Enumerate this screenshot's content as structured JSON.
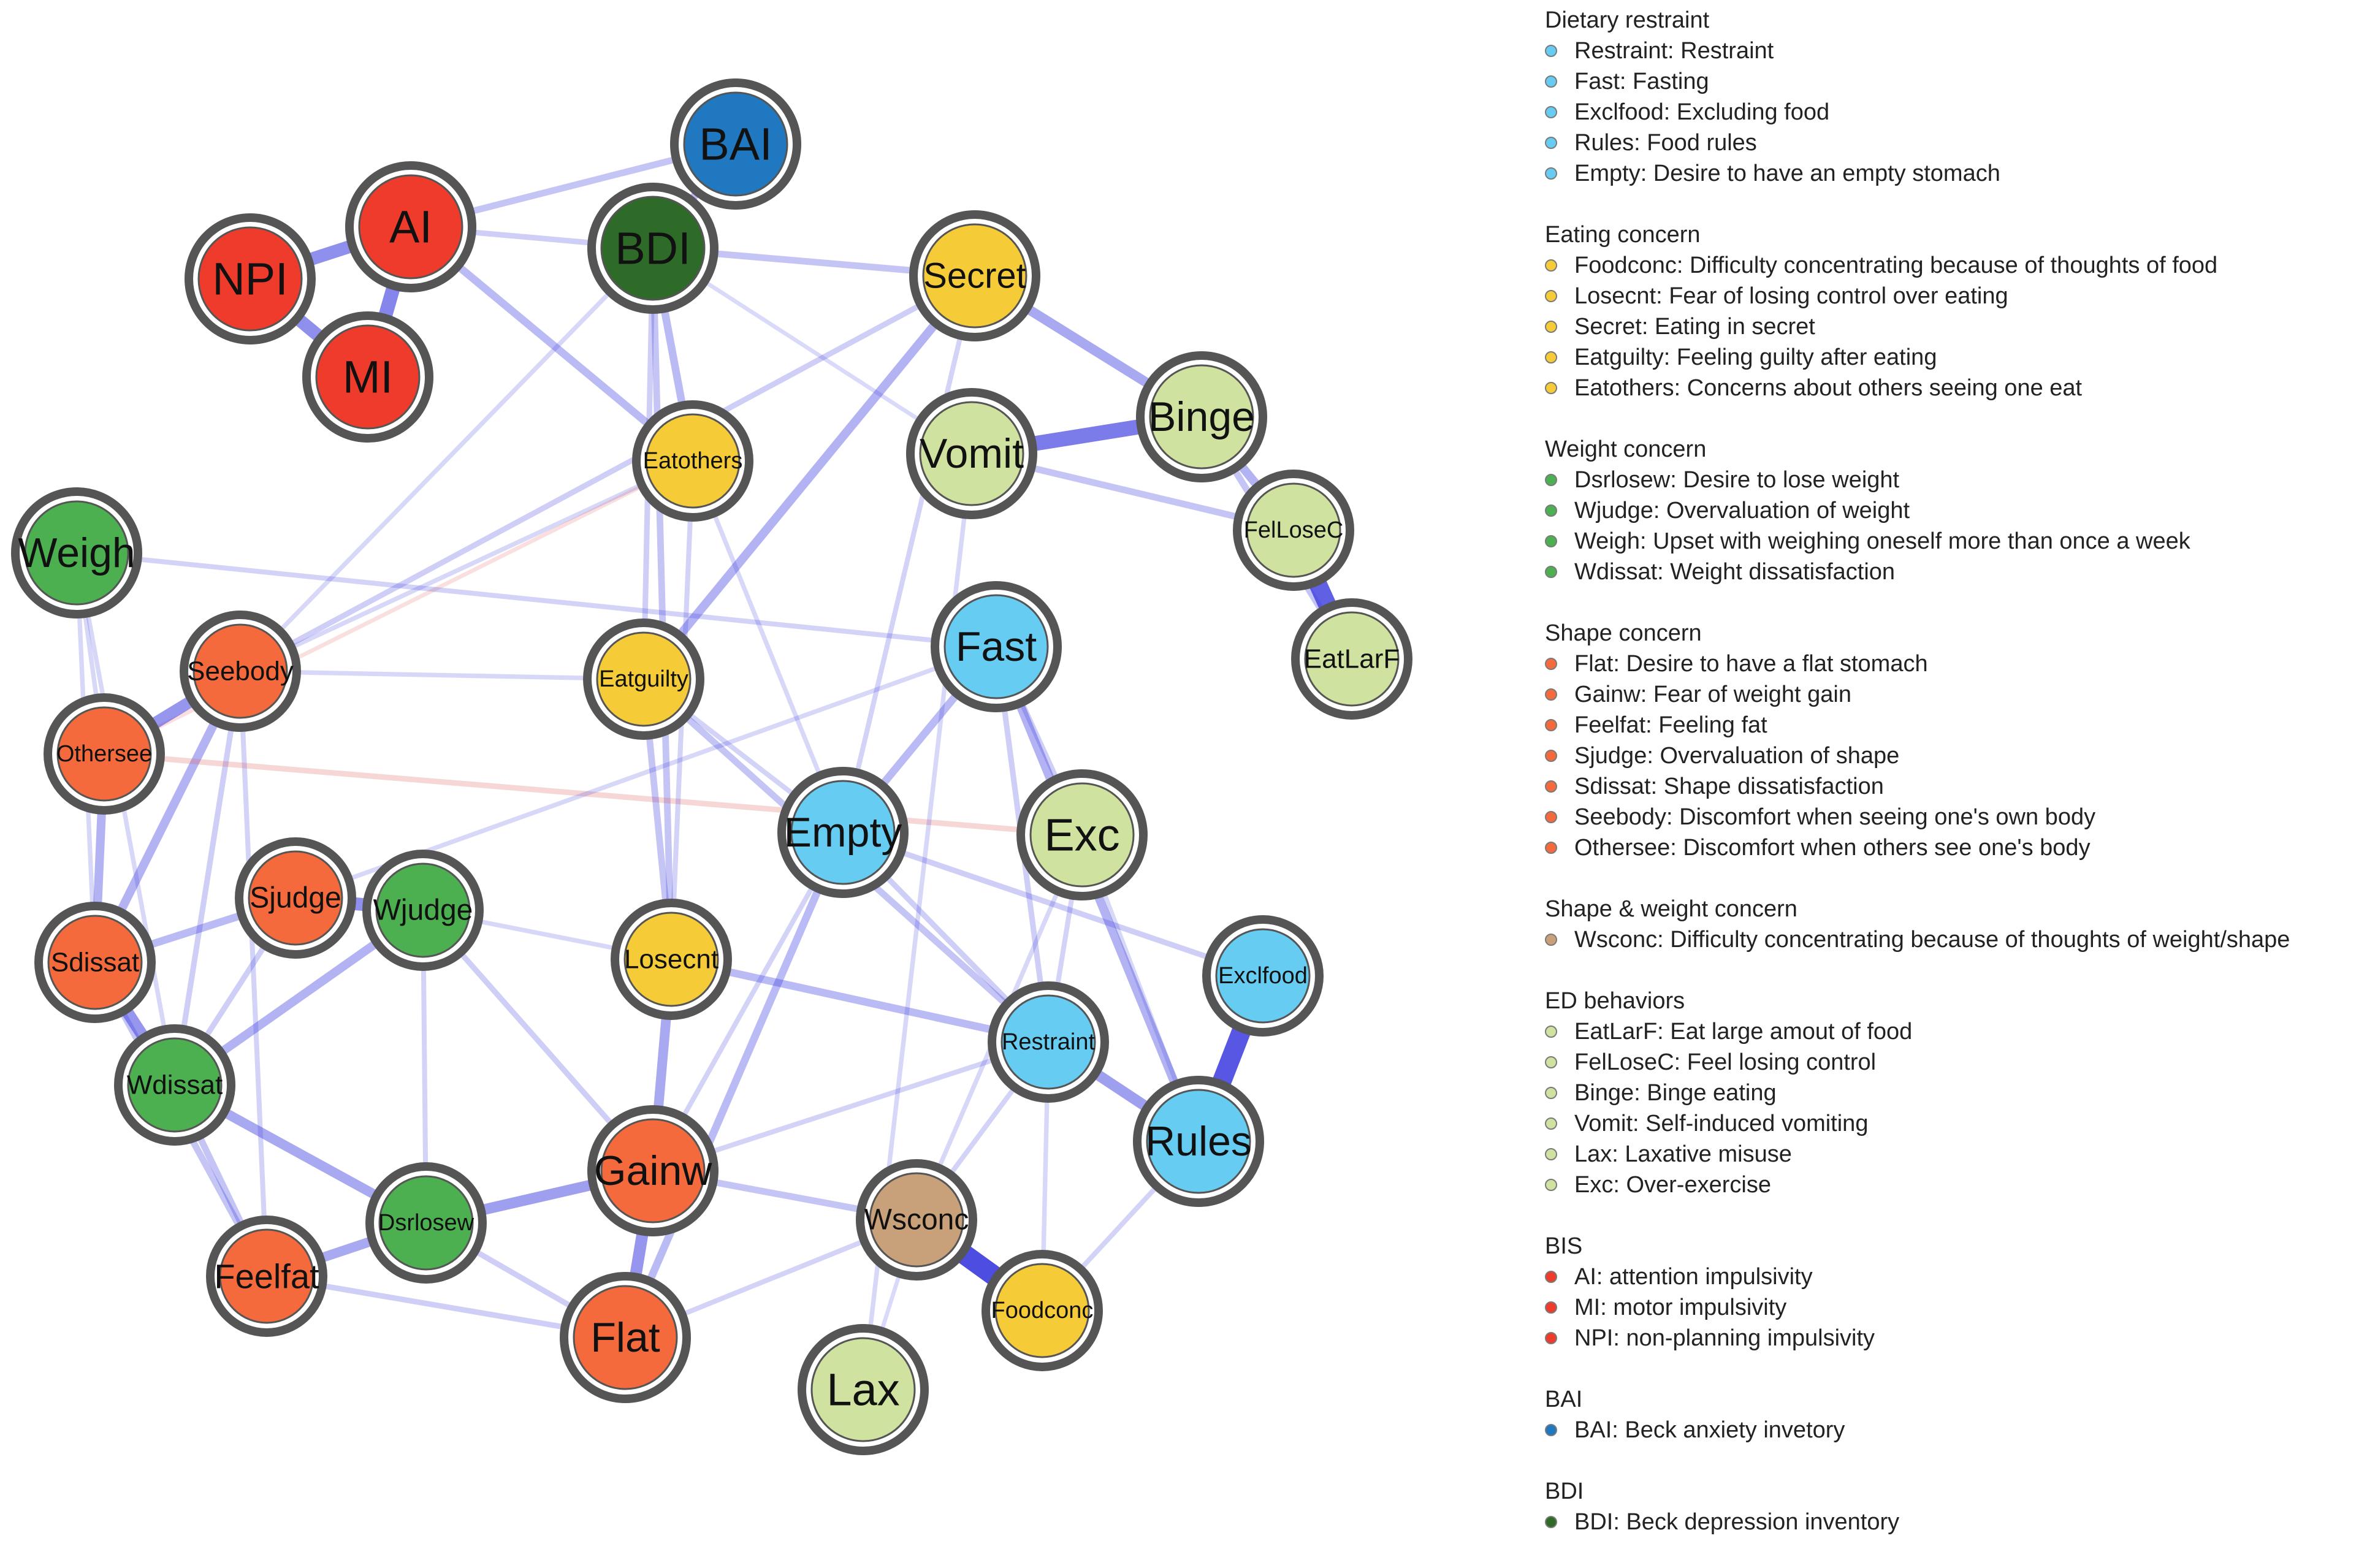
{
  "colors": {
    "dietary_restraint": "#66ccf2",
    "eating_concern": "#f5cc38",
    "weight_concern": "#4caf50",
    "shape_concern": "#f46a3c",
    "shape_weight_concern": "#c8a07a",
    "ed_behaviors": "#cfe2a0",
    "bis": "#ef3b2c",
    "bai": "#1f78c0",
    "bdi": "#2e6b28",
    "node_border": "#555555",
    "positive_edge": "#4040e0",
    "negative_edge": "#e06060"
  },
  "nodes": [
    {
      "id": "BAI",
      "label": "BAI",
      "group": "bai"
    },
    {
      "id": "AI",
      "label": "AI",
      "group": "bis"
    },
    {
      "id": "NPI",
      "label": "NPI",
      "group": "bis"
    },
    {
      "id": "MI",
      "label": "MI",
      "group": "bis"
    },
    {
      "id": "BDI",
      "label": "BDI",
      "group": "bdi"
    },
    {
      "id": "Secret",
      "label": "Secret",
      "group": "eating_concern"
    },
    {
      "id": "Binge",
      "label": "Binge",
      "group": "ed_behaviors"
    },
    {
      "id": "Vomit",
      "label": "Vomit",
      "group": "ed_behaviors"
    },
    {
      "id": "Eatothers",
      "label": "Eatothers",
      "group": "eating_concern"
    },
    {
      "id": "FelLoseC",
      "label": "FelLoseC",
      "group": "ed_behaviors"
    },
    {
      "id": "Weigh",
      "label": "Weigh",
      "group": "weight_concern"
    },
    {
      "id": "EatLarF",
      "label": "EatLarF",
      "group": "ed_behaviors"
    },
    {
      "id": "Fast",
      "label": "Fast",
      "group": "dietary_restraint"
    },
    {
      "id": "Seebody",
      "label": "Seebody",
      "group": "shape_concern"
    },
    {
      "id": "Eatguilty",
      "label": "Eatguilty",
      "group": "eating_concern"
    },
    {
      "id": "Othersee",
      "label": "Othersee",
      "group": "shape_concern"
    },
    {
      "id": "Empty",
      "label": "Empty",
      "group": "dietary_restraint"
    },
    {
      "id": "Exc",
      "label": "Exc",
      "group": "ed_behaviors"
    },
    {
      "id": "Sjudge",
      "label": "Sjudge",
      "group": "shape_concern"
    },
    {
      "id": "Wjudge",
      "label": "Wjudge",
      "group": "weight_concern"
    },
    {
      "id": "Sdissat",
      "label": "Sdissat",
      "group": "shape_concern"
    },
    {
      "id": "Losecnt",
      "label": "Losecnt",
      "group": "eating_concern"
    },
    {
      "id": "Exclfood",
      "label": "Exclfood",
      "group": "dietary_restraint"
    },
    {
      "id": "Restraint",
      "label": "Restraint",
      "group": "dietary_restraint"
    },
    {
      "id": "Wdissat",
      "label": "Wdissat",
      "group": "weight_concern"
    },
    {
      "id": "Rules",
      "label": "Rules",
      "group": "dietary_restraint"
    },
    {
      "id": "Gainw",
      "label": "Gainw",
      "group": "shape_concern"
    },
    {
      "id": "Dsrlosew",
      "label": "Dsrlosew",
      "group": "weight_concern"
    },
    {
      "id": "Wsconc",
      "label": "Wsconc",
      "group": "shape_weight_concern"
    },
    {
      "id": "Feelfat",
      "label": "Feelfat",
      "group": "shape_concern"
    },
    {
      "id": "Foodconc",
      "label": "Foodconc",
      "group": "eating_concern"
    },
    {
      "id": "Flat",
      "label": "Flat",
      "group": "shape_concern"
    },
    {
      "id": "Lax",
      "label": "Lax",
      "group": "ed_behaviors"
    }
  ],
  "edges": [
    {
      "source": "NPI",
      "target": "AI",
      "weight": 0.5,
      "sign": "positive"
    },
    {
      "source": "NPI",
      "target": "MI",
      "weight": 0.5,
      "sign": "positive"
    },
    {
      "source": "AI",
      "target": "MI",
      "weight": 0.55,
      "sign": "positive"
    },
    {
      "source": "AI",
      "target": "BAI",
      "weight": 0.2,
      "sign": "positive"
    },
    {
      "source": "AI",
      "target": "BDI",
      "weight": 0.15,
      "sign": "positive"
    },
    {
      "source": "AI",
      "target": "Eatothers",
      "weight": 0.25,
      "sign": "positive"
    },
    {
      "source": "BAI",
      "target": "BDI",
      "weight": 0.25,
      "sign": "positive"
    },
    {
      "source": "BDI",
      "target": "Secret",
      "weight": 0.2,
      "sign": "positive"
    },
    {
      "source": "BDI",
      "target": "Eatothers",
      "weight": 0.25,
      "sign": "positive"
    },
    {
      "source": "BDI",
      "target": "Eatguilty",
      "weight": 0.15,
      "sign": "positive"
    },
    {
      "source": "BDI",
      "target": "Losecnt",
      "weight": 0.2,
      "sign": "positive"
    },
    {
      "source": "BDI",
      "target": "Seebody",
      "weight": 0.1,
      "sign": "positive"
    },
    {
      "source": "BDI",
      "target": "Vomit",
      "weight": 0.08,
      "sign": "positive"
    },
    {
      "source": "Secret",
      "target": "Binge",
      "weight": 0.35,
      "sign": "positive"
    },
    {
      "source": "Secret",
      "target": "Eatguilty",
      "weight": 0.3,
      "sign": "positive"
    },
    {
      "source": "Secret",
      "target": "Seebody",
      "weight": 0.15,
      "sign": "positive"
    },
    {
      "source": "Secret",
      "target": "Empty",
      "weight": 0.12,
      "sign": "positive"
    },
    {
      "source": "Vomit",
      "target": "Binge",
      "weight": 0.6,
      "sign": "positive"
    },
    {
      "source": "Vomit",
      "target": "FelLoseC",
      "weight": 0.2,
      "sign": "positive"
    },
    {
      "source": "Binge",
      "target": "FelLoseC",
      "weight": 0.3,
      "sign": "positive"
    },
    {
      "source": "FelLoseC",
      "target": "EatLarF",
      "weight": 0.75,
      "sign": "positive"
    },
    {
      "source": "Binge",
      "target": "EatLarF",
      "weight": 0.2,
      "sign": "positive"
    },
    {
      "source": "Eatothers",
      "target": "Seebody",
      "weight": 0.1,
      "sign": "positive"
    },
    {
      "source": "Eatothers",
      "target": "Othersee",
      "weight": 0.08,
      "sign": "negative"
    },
    {
      "source": "Weigh",
      "target": "Fast",
      "weight": 0.12,
      "sign": "positive"
    },
    {
      "source": "Weigh",
      "target": "Othersee",
      "weight": 0.1,
      "sign": "positive"
    },
    {
      "source": "Weigh",
      "target": "Sdissat",
      "weight": 0.1,
      "sign": "positive"
    },
    {
      "source": "Seebody",
      "target": "Othersee",
      "weight": 0.45,
      "sign": "positive"
    },
    {
      "source": "Seebody",
      "target": "Sdissat",
      "weight": 0.3,
      "sign": "positive"
    },
    {
      "source": "Seebody",
      "target": "Wdissat",
      "weight": 0.15,
      "sign": "positive"
    },
    {
      "source": "Seebody",
      "target": "Feelfat",
      "weight": 0.12,
      "sign": "positive"
    },
    {
      "source": "Seebody",
      "target": "Eatguilty",
      "weight": 0.1,
      "sign": "positive"
    },
    {
      "source": "Othersee",
      "target": "Sdissat",
      "weight": 0.3,
      "sign": "positive"
    },
    {
      "source": "Othersee",
      "target": "Exc",
      "weight": 0.15,
      "sign": "negative"
    },
    {
      "source": "Eatguilty",
      "target": "Losecnt",
      "weight": 0.2,
      "sign": "positive"
    },
    {
      "source": "Eatguilty",
      "target": "Restraint",
      "weight": 0.2,
      "sign": "positive"
    },
    {
      "source": "Eatguilty",
      "target": "Empty",
      "weight": 0.12,
      "sign": "positive"
    },
    {
      "source": "Fast",
      "target": "Empty",
      "weight": 0.25,
      "sign": "positive"
    },
    {
      "source": "Fast",
      "target": "Rules",
      "weight": 0.3,
      "sign": "positive"
    },
    {
      "source": "Fast",
      "target": "Exc",
      "weight": 0.15,
      "sign": "positive"
    },
    {
      "source": "Fast",
      "target": "Restraint",
      "weight": 0.15,
      "sign": "positive"
    },
    {
      "source": "Fast",
      "target": "Sjudge",
      "weight": 0.1,
      "sign": "positive"
    },
    {
      "source": "Empty",
      "target": "Flat",
      "weight": 0.25,
      "sign": "positive"
    },
    {
      "source": "Empty",
      "target": "Exclfood",
      "weight": 0.15,
      "sign": "positive"
    },
    {
      "source": "Empty",
      "target": "Restraint",
      "weight": 0.15,
      "sign": "positive"
    },
    {
      "source": "Empty",
      "target": "Gainw",
      "weight": 0.12,
      "sign": "positive"
    },
    {
      "source": "Exc",
      "target": "Rules",
      "weight": 0.1,
      "sign": "positive"
    },
    {
      "source": "Exc",
      "target": "Restraint",
      "weight": 0.12,
      "sign": "positive"
    },
    {
      "source": "Sjudge",
      "target": "Wjudge",
      "weight": 0.5,
      "sign": "positive"
    },
    {
      "source": "Sjudge",
      "target": "Sdissat",
      "weight": 0.25,
      "sign": "positive"
    },
    {
      "source": "Sjudge",
      "target": "Wdissat",
      "weight": 0.15,
      "sign": "positive"
    },
    {
      "source": "Wjudge",
      "target": "Gainw",
      "weight": 0.15,
      "sign": "positive"
    },
    {
      "source": "Wjudge",
      "target": "Losecnt",
      "weight": 0.1,
      "sign": "positive"
    },
    {
      "source": "Wjudge",
      "target": "Dsrlosew",
      "weight": 0.12,
      "sign": "positive"
    },
    {
      "source": "Sdissat",
      "target": "Wdissat",
      "weight": 0.45,
      "sign": "positive"
    },
    {
      "source": "Sdissat",
      "target": "Feelfat",
      "weight": 0.2,
      "sign": "positive"
    },
    {
      "source": "Wdissat",
      "target": "Dsrlosew",
      "weight": 0.35,
      "sign": "positive"
    },
    {
      "source": "Wdissat",
      "target": "Wjudge",
      "weight": 0.3,
      "sign": "positive"
    },
    {
      "source": "Wdissat",
      "target": "Feelfat",
      "weight": 0.2,
      "sign": "positive"
    },
    {
      "source": "Dsrlosew",
      "target": "Feelfat",
      "weight": 0.35,
      "sign": "positive"
    },
    {
      "source": "Dsrlosew",
      "target": "Gainw",
      "weight": 0.4,
      "sign": "positive"
    },
    {
      "source": "Dsrlosew",
      "target": "Flat",
      "weight": 0.15,
      "sign": "positive"
    },
    {
      "source": "Gainw",
      "target": "Losecnt",
      "weight": 0.35,
      "sign": "positive"
    },
    {
      "source": "Gainw",
      "target": "Flat",
      "weight": 0.45,
      "sign": "positive"
    },
    {
      "source": "Gainw",
      "target": "Wsconc",
      "weight": 0.2,
      "sign": "positive"
    },
    {
      "source": "Gainw",
      "target": "Restraint",
      "weight": 0.12,
      "sign": "positive"
    },
    {
      "source": "Losecnt",
      "target": "Restraint",
      "weight": 0.25,
      "sign": "positive"
    },
    {
      "source": "Restraint",
      "target": "Rules",
      "weight": 0.4,
      "sign": "positive"
    },
    {
      "source": "Restraint",
      "target": "Wsconc",
      "weight": 0.12,
      "sign": "positive"
    },
    {
      "source": "Restraint",
      "target": "Foodconc",
      "weight": 0.1,
      "sign": "positive"
    },
    {
      "source": "Exclfood",
      "target": "Rules",
      "weight": 0.8,
      "sign": "positive"
    },
    {
      "source": "Rules",
      "target": "Foodconc",
      "weight": 0.12,
      "sign": "positive"
    },
    {
      "source": "Wsconc",
      "target": "Foodconc",
      "weight": 0.85,
      "sign": "positive"
    },
    {
      "source": "Wsconc",
      "target": "Flat",
      "weight": 0.12,
      "sign": "positive"
    },
    {
      "source": "Wsconc",
      "target": "Exc",
      "weight": 0.1,
      "sign": "positive"
    },
    {
      "source": "Flat",
      "target": "Feelfat",
      "weight": 0.15,
      "sign": "positive"
    },
    {
      "source": "Lax",
      "target": "Vomit",
      "weight": 0.1,
      "sign": "positive"
    },
    {
      "source": "Lax",
      "target": "Wsconc",
      "weight": 0.08,
      "sign": "positive"
    },
    {
      "source": "Weigh",
      "target": "Wdissat",
      "weight": 0.1,
      "sign": "positive"
    },
    {
      "source": "Eatothers",
      "target": "Losecnt",
      "weight": 0.12,
      "sign": "positive"
    },
    {
      "source": "Eatothers",
      "target": "Empty",
      "weight": 0.1,
      "sign": "positive"
    }
  ],
  "legend": [
    {
      "title": "Dietary restraint",
      "group": "dietary_restraint",
      "items": [
        "Restraint: Restraint",
        "Fast: Fasting",
        "Exclfood: Excluding food",
        "Rules: Food rules",
        "Empty: Desire to have an empty stomach"
      ]
    },
    {
      "title": "Eating concern",
      "group": "eating_concern",
      "items": [
        "Foodconc: Difficulty concentrating because of thoughts of food",
        "Losecnt: Fear of losing control over eating",
        "Secret: Eating in secret",
        "Eatguilty: Feeling guilty after eating",
        "Eatothers: Concerns about others seeing one eat"
      ]
    },
    {
      "title": "Weight concern",
      "group": "weight_concern",
      "items": [
        "Dsrlosew: Desire to lose weight",
        "Wjudge: Overvaluation of weight",
        "Weigh: Upset with weighing oneself more than once a week",
        "Wdissat: Weight dissatisfaction"
      ]
    },
    {
      "title": "Shape concern",
      "group": "shape_concern",
      "items": [
        "Flat: Desire to have a flat stomach",
        "Gainw: Fear of weight gain",
        "Feelfat: Feeling fat",
        "Sjudge: Overvaluation of shape",
        "Sdissat: Shape dissatisfaction",
        "Seebody: Discomfort when seeing one's own body",
        "Othersee: Discomfort when others see one's body"
      ]
    },
    {
      "title": "Shape & weight concern",
      "group": "shape_weight_concern",
      "items": [
        "Wsconc: Difficulty concentrating because of thoughts of weight/shape"
      ]
    },
    {
      "title": "ED behaviors",
      "group": "ed_behaviors",
      "items": [
        "EatLarF: Eat large amout of food",
        "FelLoseC: Feel losing control",
        "Binge: Binge eating",
        "Vomit: Self-induced vomiting",
        "Lax: Laxative misuse",
        "Exc: Over-exercise"
      ]
    },
    {
      "title": "BIS",
      "group": "bis",
      "items": [
        "AI: attention impulsivity",
        "MI: motor impulsivity",
        "NPI: non-planning impulsivity"
      ]
    },
    {
      "title": "BAI",
      "group": "bai",
      "items": [
        "BAI: Beck anxiety invetory"
      ]
    },
    {
      "title": "BDI",
      "group": "bdi",
      "items": [
        "BDI: Beck depression inventory"
      ]
    }
  ]
}
